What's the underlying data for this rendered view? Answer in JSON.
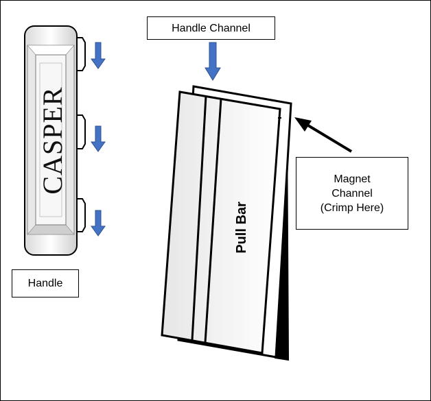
{
  "labels": {
    "handle_channel": "Handle Channel",
    "handle": "Handle",
    "magnet_line1": "Magnet",
    "magnet_line2": "Channel",
    "magnet_line3": "(Crimp Here)",
    "pull_bar": "Pull Bar",
    "brand": "CASPER"
  },
  "colors": {
    "arrow_blue": "#4472c4",
    "outline": "#000000",
    "panel_light": "#f2f2f2"
  }
}
